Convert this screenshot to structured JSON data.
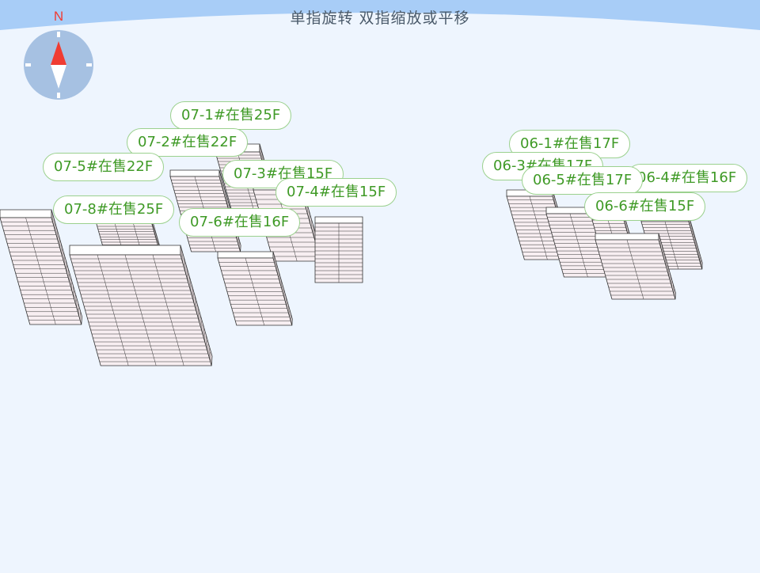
{
  "header": {
    "hint": "单指旋转 双指缩放或平移"
  },
  "compass": {
    "north_label": "N",
    "icon": "compass-icon"
  },
  "colors": {
    "sky": "#a8cdf7",
    "background": "#eef5fe",
    "label_border": "#9bd18e",
    "label_text": "#3f9a26",
    "facade": "#f7eef1",
    "grid_line": "#333333",
    "compass_red": "#f03c32"
  },
  "buildings": [
    {
      "id": "07-1",
      "label": "07-1#在售25F"
    },
    {
      "id": "07-2",
      "label": "07-2#在售22F"
    },
    {
      "id": "07-5",
      "label": "07-5#在售22F"
    },
    {
      "id": "07-3",
      "label": "07-3#在售15F"
    },
    {
      "id": "07-4",
      "label": "07-4#在售15F"
    },
    {
      "id": "07-8",
      "label": "07-8#在售25F"
    },
    {
      "id": "07-6",
      "label": "07-6#在售16F"
    },
    {
      "id": "06-1",
      "label": "06-1#在售17F"
    },
    {
      "id": "06-3",
      "label": "06-3#在售17F"
    },
    {
      "id": "06-4",
      "label": "06-4#在售16F"
    },
    {
      "id": "06-5",
      "label": "06-5#在售17F"
    },
    {
      "id": "06-6",
      "label": "06-6#在售15F"
    }
  ]
}
